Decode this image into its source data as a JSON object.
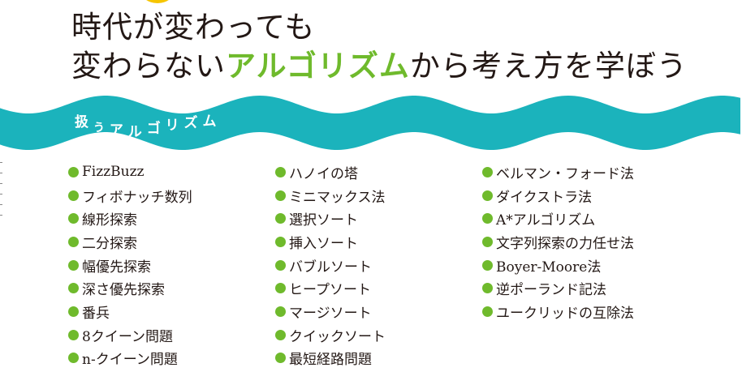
{
  "headline": {
    "line1": "時代が変わっても",
    "line2_prefix": "変わらない",
    "line2_accent": "アルゴリズム",
    "line2_suffix": "から考え方を学ぼう"
  },
  "band_title": [
    "扱",
    "う",
    "ア",
    "ル",
    "ゴ",
    "リ",
    "ズ",
    "ム"
  ],
  "colors": {
    "teal": "#1bb3bc",
    "green": "#6fba2c",
    "yellow": "#f6c500"
  },
  "columns": [
    [
      "FizzBuzz",
      "フィボナッチ数列",
      "線形探索",
      "二分探索",
      "幅優先探索",
      "深さ優先探索",
      "番兵",
      "8クイーン問題",
      "n-クイーン問題"
    ],
    [
      "ハノイの塔",
      "ミニマックス法",
      "選択ソート",
      "挿入ソート",
      "バブルソート",
      "ヒープソート",
      "マージソート",
      "クイックソート",
      "最短経路問題"
    ],
    [
      "ベルマン・フォード法",
      "ダイクストラ法",
      "A*アルゴリズム",
      "文字列探索の力任せ法",
      "Boyer-Moore法",
      "逆ポーランド記法",
      "ユークリッドの互除法"
    ]
  ]
}
